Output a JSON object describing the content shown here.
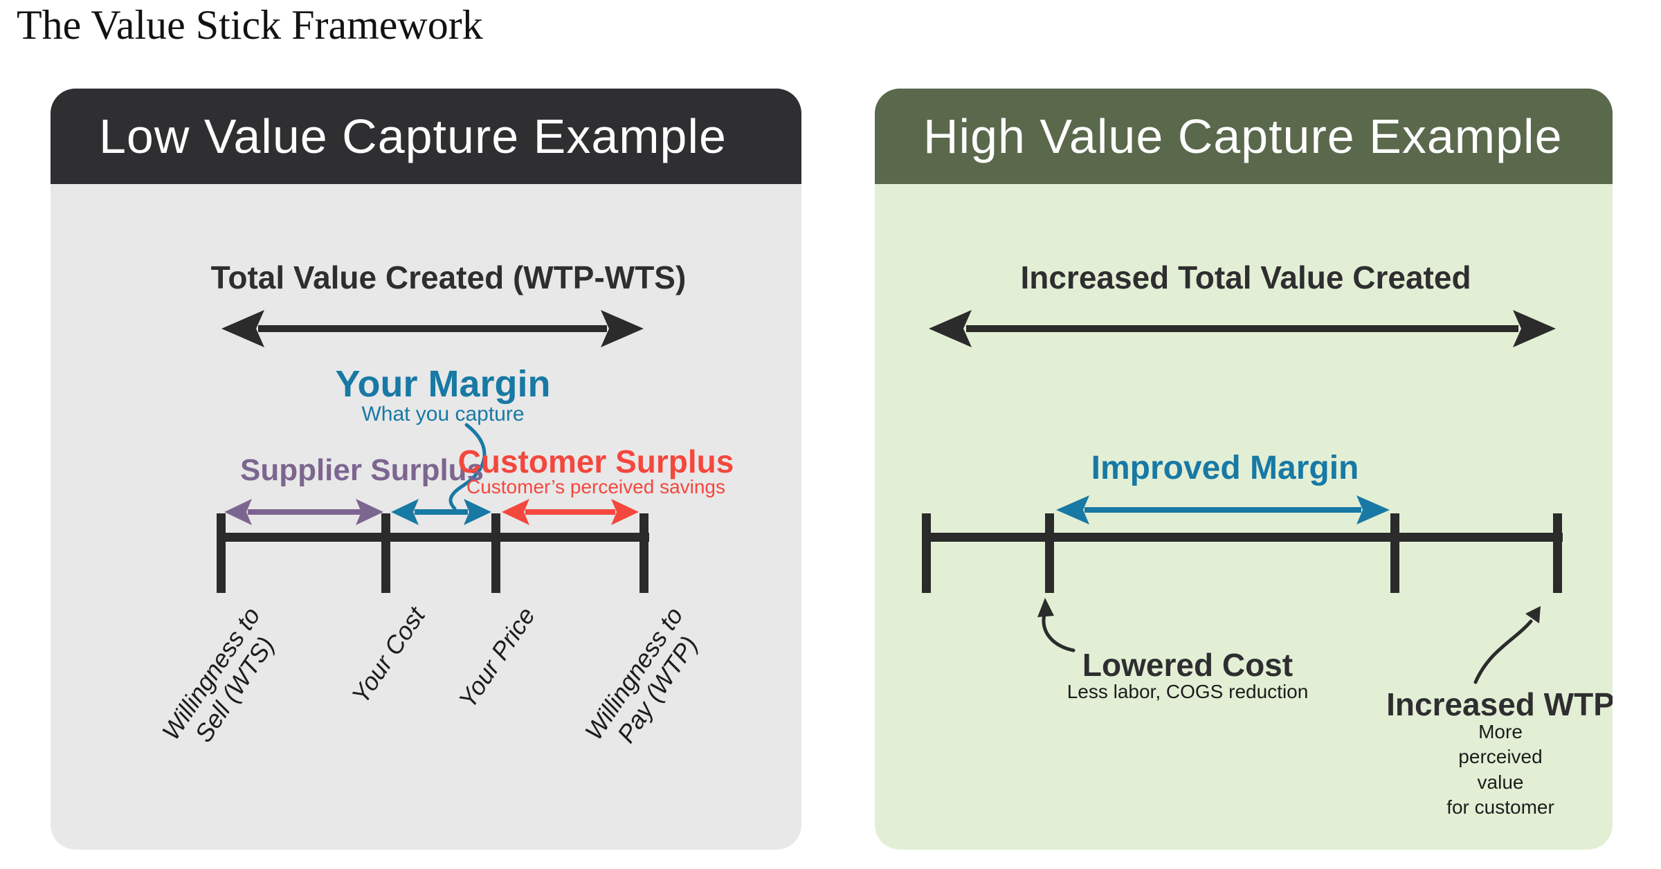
{
  "page": {
    "title": "The Value Stick Framework"
  },
  "colors": {
    "accent_teal": "#1879a4",
    "accent_purple": "#7c6690",
    "accent_red": "#f4473d",
    "stroke_dark": "#2b2b2b",
    "left_header_bg": "#2f2f31",
    "left_body_bg": "#e8e8e8",
    "right_header_bg": "#5a684c",
    "right_body_bg": "#e2efd5"
  },
  "left": {
    "header": "Low Value Capture Example",
    "total_value": "Total Value Created (WTP-WTS)",
    "margin": "Your Margin",
    "margin_sub": "What you capture",
    "supplier": "Supplier Surplus",
    "customer": "Customer Surplus",
    "customer_sub": "Customer’s perceived savings",
    "axis": [
      "Willingness to\nSell (WTS)",
      "Your Cost",
      "Your Price",
      "Willingness to\nPay (WTP)"
    ]
  },
  "right": {
    "header": "High Value Capture Example",
    "total_value": "Increased Total Value Created",
    "margin": "Improved Margin",
    "lowered": "Lowered Cost",
    "lowered_sub": "Less labor, COGS reduction",
    "wtp": "Increased WTP",
    "wtp_sub": "More perceived value\nfor customer"
  }
}
